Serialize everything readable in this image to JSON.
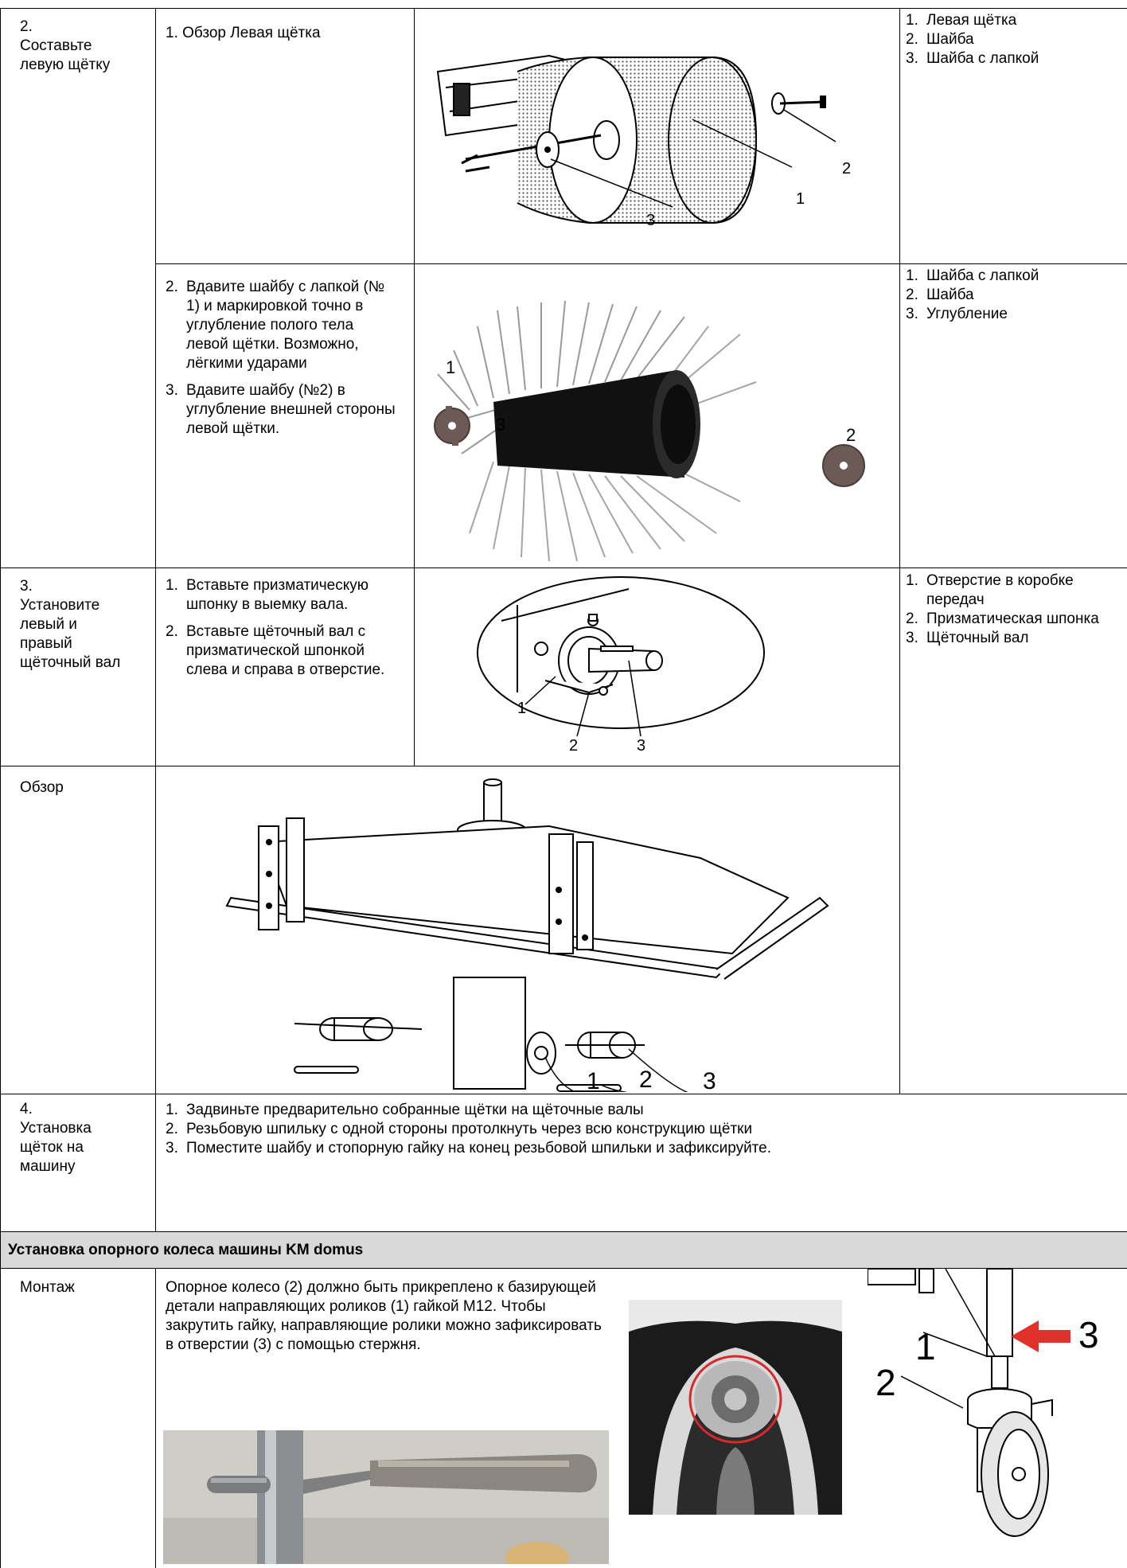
{
  "step2": {
    "label": "2.\nСоставьте\nлевую щётку",
    "row1": {
      "instruction": "1.  Обзор Левая щётка",
      "legend": [
        "Левая щётка",
        "Шайба",
        "Шайба с лапкой"
      ],
      "callouts": [
        "1",
        "2",
        "3"
      ]
    },
    "row2": {
      "instructions": [
        "Вдавите шайбу с лапкой (№ 1) и маркировкой точно в углубление полого тела левой щётки. Возможно, лёгкими ударами",
        "Вдавите шайбу (№2) в углубление внешней стороны левой щётки."
      ],
      "instruction_numbers": [
        "2.",
        "3."
      ],
      "legend": [
        "Шайба с лапкой",
        "Шайба",
        "Углубление"
      ],
      "callouts": [
        "1",
        "3",
        "3",
        "2"
      ]
    }
  },
  "step3": {
    "label": "3.\nУстановите\nлевый и\nправый\nщёточный вал",
    "instructions": [
      "Вставьте призматическую шпонку в выемку вала.",
      "Вставьте щёточный вал с призматической шпонкой слева и справа в отверстие."
    ],
    "legend": [
      "Отверстие в коробке передач",
      "Призматическая шпонка",
      "Щёточный вал"
    ],
    "callouts": [
      "1",
      "2",
      "3"
    ]
  },
  "overview": {
    "label": "Обзор",
    "callouts": [
      "1",
      "2",
      "3"
    ]
  },
  "step4": {
    "label": "4.\nУстановка\nщёток на\nмашину",
    "instructions": [
      "Задвиньте предварительно собранные щётки на щёточные валы",
      "Резьбовую шпильку с одной стороны протолкнуть через всю конструкцию щётки",
      "Поместите шайбу и стопорную гайку на конец резьбовой шпильки и зафиксируйте."
    ]
  },
  "section": {
    "title": "Установка опорного колеса машины KM domus"
  },
  "mount": {
    "label": "Монтаж",
    "text": "Опорное колесо (2) должно быть прикреплено к базирующей детали направляющих роликов (1) гайкой M12. Чтобы закрутить гайку, направляющие ролики можно зафиксировать в отверстии (3) с помощью стержня.",
    "callouts": [
      "1",
      "2",
      "3"
    ]
  },
  "colors": {
    "border": "#000000",
    "section_bg": "#d9d9d9",
    "arrow_red": "#e0312b",
    "circle_red": "#d62a2a"
  }
}
